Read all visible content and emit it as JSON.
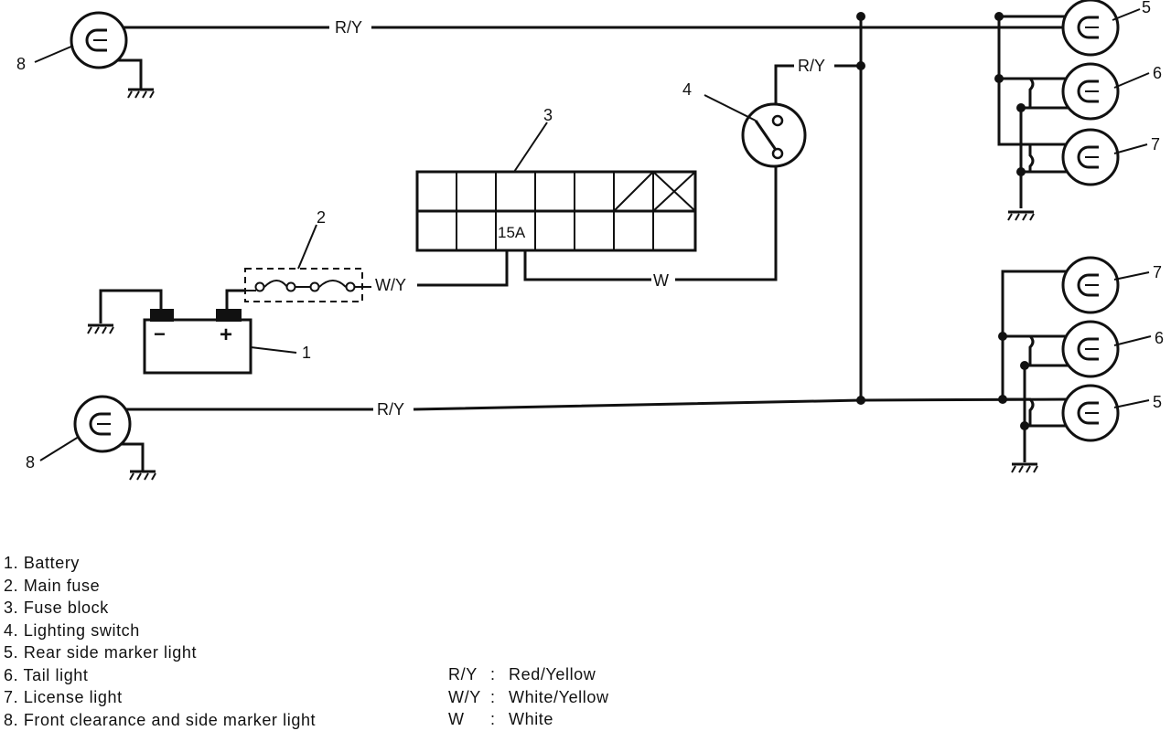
{
  "wire_labels": {
    "top": "R/Y",
    "switch": "R/Y",
    "fuse_out": "W/Y",
    "white": "W",
    "bottom": "R/Y"
  },
  "fuse_rating": "15A",
  "battery": {
    "minus": "−",
    "plus": "+"
  },
  "callouts": {
    "front_top": "8",
    "front_bottom": "8",
    "battery": "1",
    "main_fuse": "2",
    "fuse_block": "3",
    "switch": "4",
    "rear_top_5": "5",
    "rear_top_6": "6",
    "rear_top_7": "7",
    "rear_bot_7": "7",
    "rear_bot_6": "6",
    "rear_bot_5": "5"
  },
  "legend": [
    "1. Battery",
    "2. Main fuse",
    "3. Fuse block",
    "4. Lighting switch",
    "5. Rear side marker light",
    "6. Tail light",
    "7. License light",
    "8. Front clearance and side marker light"
  ],
  "wire_codes": [
    {
      "code": "R/Y",
      "sep": ":",
      "meaning": "Red/Yellow"
    },
    {
      "code": "W/Y",
      "sep": ":",
      "meaning": "White/Yellow"
    },
    {
      "code": "W",
      "sep": ":",
      "meaning": "White"
    }
  ]
}
